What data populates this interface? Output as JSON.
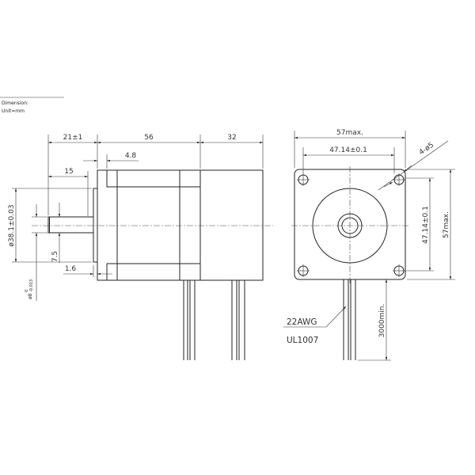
{
  "header": {
    "dimension_label": "Dimension:",
    "unit_label": "Unit=mm"
  },
  "side_view": {
    "dim_shaft_length": "21±1",
    "dim_body_length": "56",
    "dim_rear_length": "32",
    "dim_flange": "4.8",
    "dim_flat_length": "15",
    "dim_pilot_diameter": "ø38.1±0.03",
    "dim_flat_depth": "7.5",
    "dim_pilot_height": "1.6",
    "dim_shaft_diameter": "ø8",
    "dim_shaft_tol_upper": "0",
    "dim_shaft_tol_lower": "-0.013"
  },
  "front_view": {
    "dim_width": "57max.",
    "dim_hole_spacing_h": "47.14±0.1",
    "dim_holes": "4-ø5",
    "dim_hole_spacing_v": "47.14±0.1",
    "dim_height": "57max.",
    "dim_lead_length": "3000min.",
    "wire_gauge": "22AWG",
    "wire_spec": "UL1007"
  }
}
